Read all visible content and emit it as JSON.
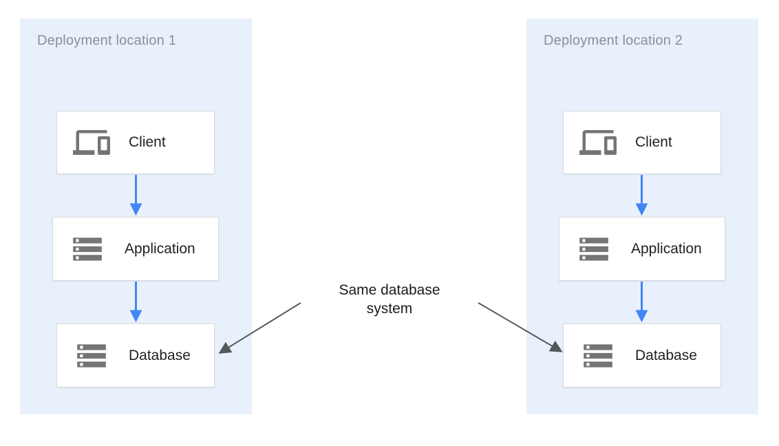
{
  "diagram": {
    "panels": [
      {
        "title": "Deployment location 1",
        "nodes": [
          {
            "label": "Client",
            "icon": "devices-icon"
          },
          {
            "label": "Application",
            "icon": "server-stack-icon"
          },
          {
            "label": "Database",
            "icon": "server-stack-icon"
          }
        ]
      },
      {
        "title": "Deployment location 2",
        "nodes": [
          {
            "label": "Client",
            "icon": "devices-icon"
          },
          {
            "label": "Application",
            "icon": "server-stack-icon"
          },
          {
            "label": "Database",
            "icon": "server-stack-icon"
          }
        ]
      }
    ],
    "edges": [
      {
        "from": "Client (location 1)",
        "to": "Application (location 1)",
        "type": "flow"
      },
      {
        "from": "Application (location 1)",
        "to": "Database (location 1)",
        "type": "flow"
      },
      {
        "from": "Client (location 2)",
        "to": "Application (location 2)",
        "type": "flow"
      },
      {
        "from": "Application (location 2)",
        "to": "Database (location 2)",
        "type": "flow"
      },
      {
        "from": "annotation",
        "to": "Database (location 1)",
        "type": "annotation"
      },
      {
        "from": "annotation",
        "to": "Database (location 2)",
        "type": "annotation"
      }
    ],
    "annotation": {
      "line1": "Same database",
      "line2": "system"
    },
    "colors": {
      "panel_background": "#e8f1fb",
      "panel_title_text": "#8a9097",
      "node_background": "#ffffff",
      "node_border": "#d8dadc",
      "node_label_text": "#202124",
      "icon_gray": "#757575",
      "flow_arrow_blue": "#4285f4",
      "annotation_arrow_gray": "#55595d",
      "annotation_text": "#1b1b1b"
    }
  }
}
